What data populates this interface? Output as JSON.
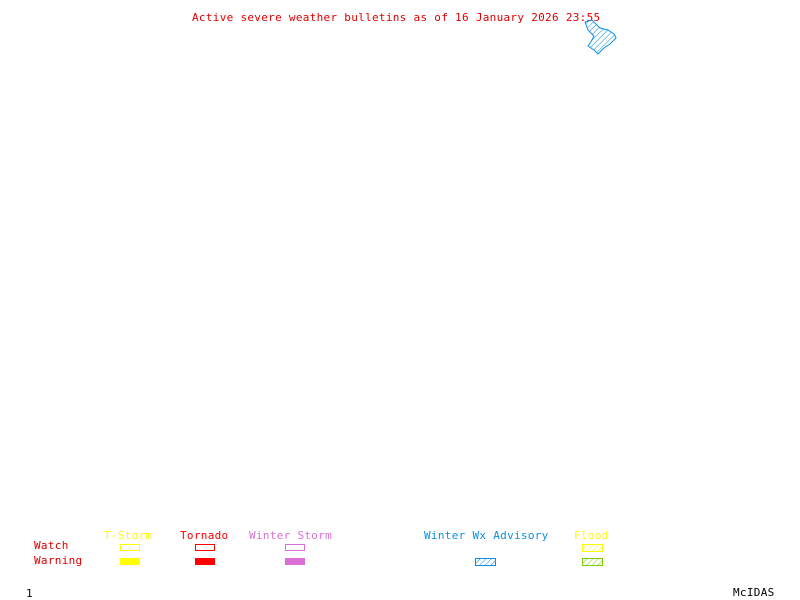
{
  "title": "Active severe weather bulletins as of 16 January 2026 23:55",
  "legend": {
    "rows": {
      "watch": "Watch",
      "warning": "Warning"
    },
    "row_color": "#e00000",
    "categories": [
      {
        "label": "T-Storm",
        "color": "#ffff00",
        "watch_style": "outline",
        "warning_style": "filled"
      },
      {
        "label": "Tornado",
        "color": "#ff0000",
        "watch_style": "outline",
        "warning_style": "filled"
      },
      {
        "label": "Winter Storm",
        "color": "#da70d6",
        "watch_style": "outline",
        "warning_style": "filled"
      },
      {
        "label": "Winter Wx Advisory",
        "color": "#0a90e0",
        "watch_style": "none",
        "warning_style": "hatched"
      },
      {
        "label": "Flood",
        "color": "#ffff00",
        "warning_color": "#7ccd00",
        "watch_style": "hatched",
        "warning_style": "hatched"
      }
    ]
  },
  "map_features": [
    {
      "type": "winter-wx-advisory-area",
      "color": "#0a90e0",
      "style": "hatched"
    }
  ],
  "footer": {
    "frame_number": "1",
    "brand": "McIDAS"
  }
}
